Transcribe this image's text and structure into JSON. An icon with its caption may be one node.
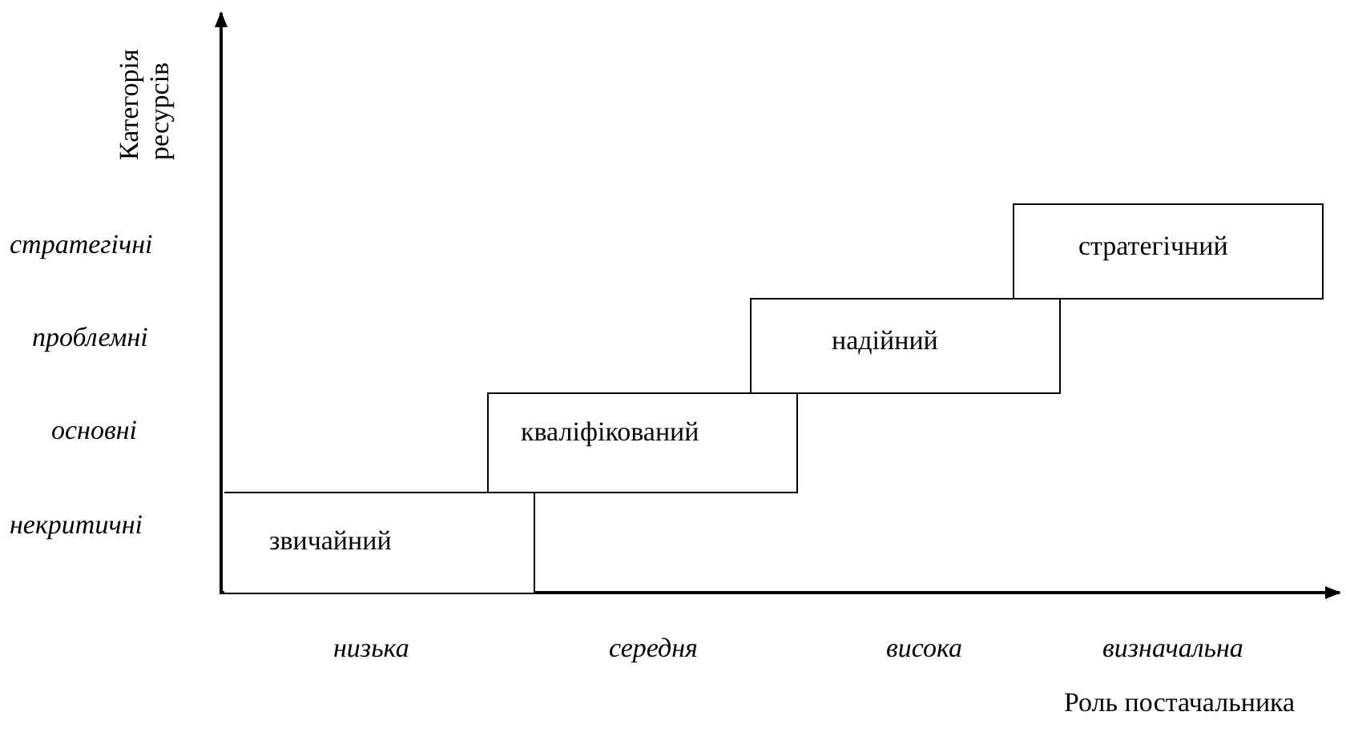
{
  "diagram": {
    "nodes": [
      {
        "text": [
          "звичайний"
        ]
      },
      {
        "text": [
          "кваліфікований"
        ]
      },
      {
        "text": [
          "надійний"
        ]
      },
      {
        "text": [
          "стратегічний"
        ]
      }
    ],
    "labels": [
      "Категорія ресурсів",
      "стратегічні",
      "проблемні",
      "основні",
      "некритичні",
      "низька",
      "середня",
      "висока",
      "визначальна",
      "Роль постачальника"
    ]
  }
}
